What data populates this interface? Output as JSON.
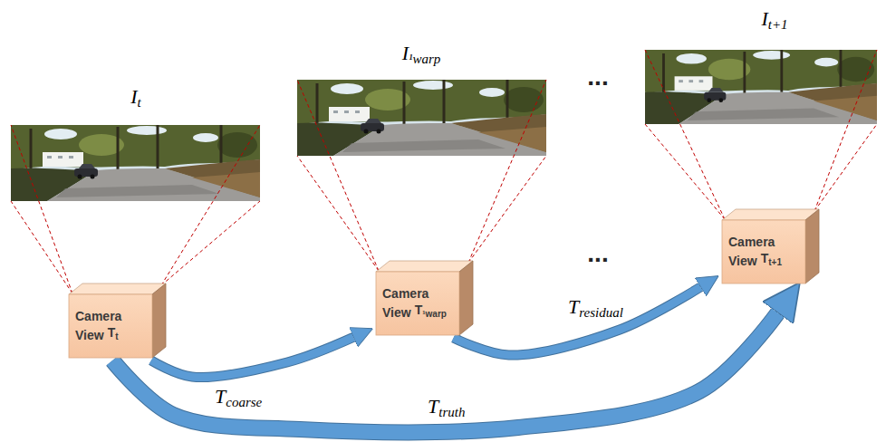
{
  "diagram": {
    "nodes": [
      {
        "text": [
          "Camera View",
          "Tt"
        ]
      },
      {
        "text": [
          "Camera View",
          "T¹warp"
        ]
      },
      {
        "text": [
          "Camera View",
          "Tt+1"
        ]
      }
    ],
    "edges": [
      {
        "from": 0,
        "to": 1,
        "label": "Tcoarse",
        "arrow": "to"
      },
      {
        "from": 1,
        "to": 2,
        "label": "Tresidual",
        "arrow": "to"
      },
      {
        "from": 0,
        "to": 2,
        "label": "Ttruth",
        "arrow": "to"
      }
    ],
    "labels": [
      "It",
      "I¹warp",
      "It+1",
      "...",
      "..."
    ]
  }
}
